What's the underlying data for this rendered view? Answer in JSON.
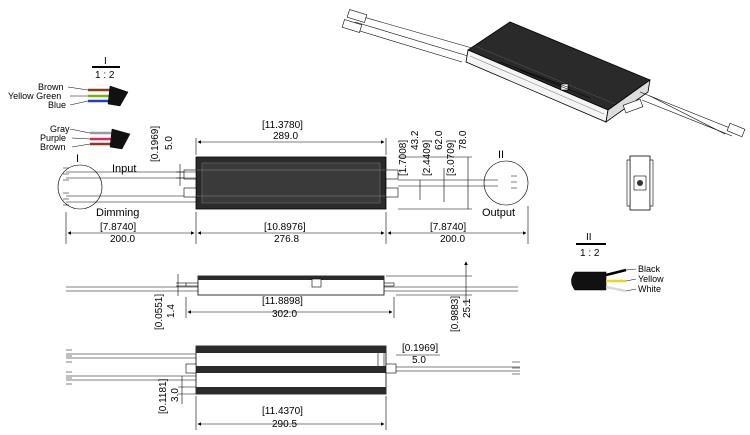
{
  "scales": {
    "detail_i": "1 : 2",
    "detail_ii": "1 : 2",
    "label_i": "I",
    "label_ii": "II"
  },
  "wire_legends": {
    "input_1": [
      "Brown",
      "Yellow Green",
      "Blue"
    ],
    "input_2": [
      "Gray",
      "Purple",
      "Brown"
    ],
    "output": [
      "Black",
      "Yellow",
      "White"
    ]
  },
  "callouts": {
    "input": "Input",
    "dimming": "Dimming",
    "output": "Output",
    "detail_i": "I",
    "detail_ii": "II"
  },
  "top_view": {
    "body_in": "[11.3780]",
    "body_mm": "289.0",
    "lead_left_in": "[7.8740]",
    "lead_left_mm": "200.0",
    "inner_in": "[10.8976]",
    "inner_mm": "276.8",
    "lead_right_in": "[7.8740]",
    "lead_right_mm": "200.0",
    "hole_in": "[0.1969]",
    "hole_mm": "5.0",
    "h1_in": "[1.7008]",
    "h1_mm": "43.2",
    "h2_in": "[2.4409]",
    "h2_mm": "62.0",
    "h3_in": "[3.0709]",
    "h3_mm": "78.0"
  },
  "side_view": {
    "length_in": "[11.8898]",
    "length_mm": "302.0",
    "flange_in": "[0.0551]",
    "flange_mm": "1.4",
    "height_in": "[0.9883]",
    "height_mm": "25.1"
  },
  "bottom_view": {
    "hole_in": "[0.1969]",
    "hole_mm": "5.0",
    "length_in": "[11.4370]",
    "length_mm": "290.5",
    "edge_in": "[0.1181]",
    "edge_mm": "3.0"
  },
  "colors": {
    "brown": "#8b3a1a",
    "yellow_green": "#7ab800",
    "blue": "#1c3fd8",
    "gray": "#9a9a9a",
    "purple": "#8a2be2",
    "black": "#000000",
    "yellow": "#f2d21b",
    "white": "#ffffff",
    "red": "#e0245e"
  }
}
